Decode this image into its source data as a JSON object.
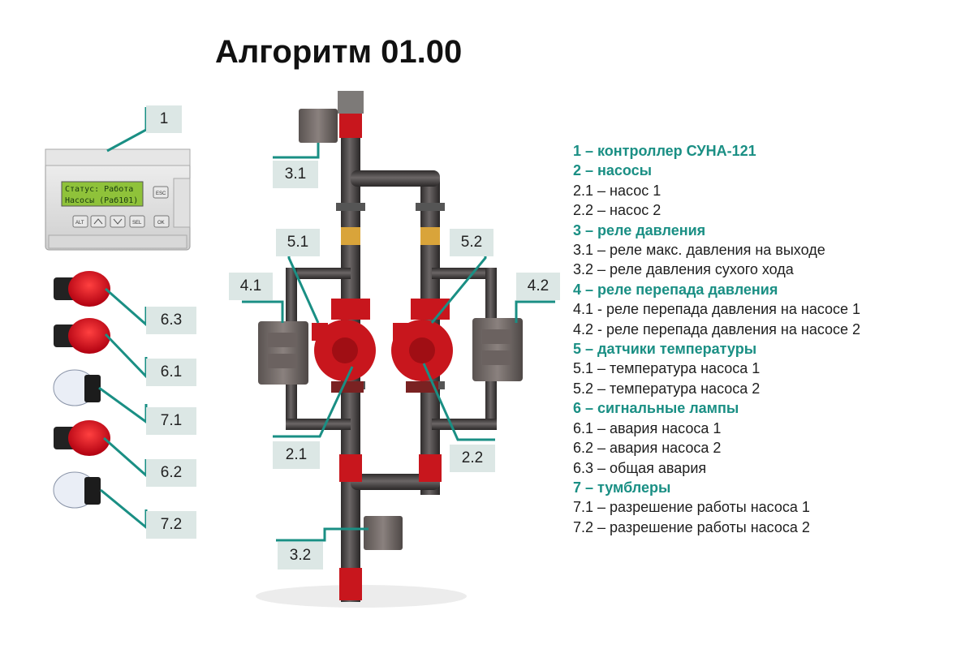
{
  "title": "Алгоритм 01.00",
  "controller": {
    "lcd_line1": "Статус: Работа",
    "lcd_line2": "Насосы (Раб101)",
    "buttons": [
      "ESC",
      "ALT",
      "SEL",
      "OK"
    ]
  },
  "callouts": {
    "c1": "1",
    "c63": "6.3",
    "c61": "6.1",
    "c71": "7.1",
    "c62": "6.2",
    "c72": "7.2",
    "c31": "3.1",
    "c51": "5.1",
    "c41": "4.1",
    "c52": "5.2",
    "c42": "4.2",
    "c21": "2.1",
    "c22": "2.2",
    "c32": "3.2"
  },
  "legend": [
    {
      "text": "1 – контроллер СУНА-121",
      "heading": true
    },
    {
      "text": "2 – насосы",
      "heading": true
    },
    {
      "text": "2.1 – насос 1",
      "heading": false
    },
    {
      "text": "2.2 – насос 2",
      "heading": false
    },
    {
      "text": "3 – реле давления",
      "heading": true
    },
    {
      "text": "3.1 – реле макс. давления на выходе",
      "heading": false
    },
    {
      "text": "3.2 – реле давления сухого хода",
      "heading": false
    },
    {
      "text": "4 – реле перепада давления",
      "heading": true
    },
    {
      "text": "4.1 - реле перепада давления на насосе 1",
      "heading": false
    },
    {
      "text": "4.2 - реле перепада давления на насосе 2",
      "heading": false
    },
    {
      "text": "5 – датчики температуры",
      "heading": true
    },
    {
      "text": "5.1 – температура насоса 1",
      "heading": false
    },
    {
      "text": "5.2 – температура насоса 2",
      "heading": false
    },
    {
      "text": "6 – сигнальные лампы",
      "heading": true
    },
    {
      "text": "6.1 – авария насоса 1",
      "heading": false
    },
    {
      "text": "6.2 – авария насоса 2",
      "heading": false
    },
    {
      "text": "6.3 – общая авария",
      "heading": false
    },
    {
      "text": "7 – тумблеры",
      "heading": true
    },
    {
      "text": "7.1 – разрешение работы насоса 1",
      "heading": false
    },
    {
      "text": "7.2 – разрешение работы насоса 2",
      "heading": false
    }
  ],
  "colors": {
    "accent": "#1a8f84",
    "leader_line": "#1a8f84",
    "callout_bg": "#dce7e5",
    "pump_red": "#c8161d",
    "pipe": "#4a4646"
  }
}
